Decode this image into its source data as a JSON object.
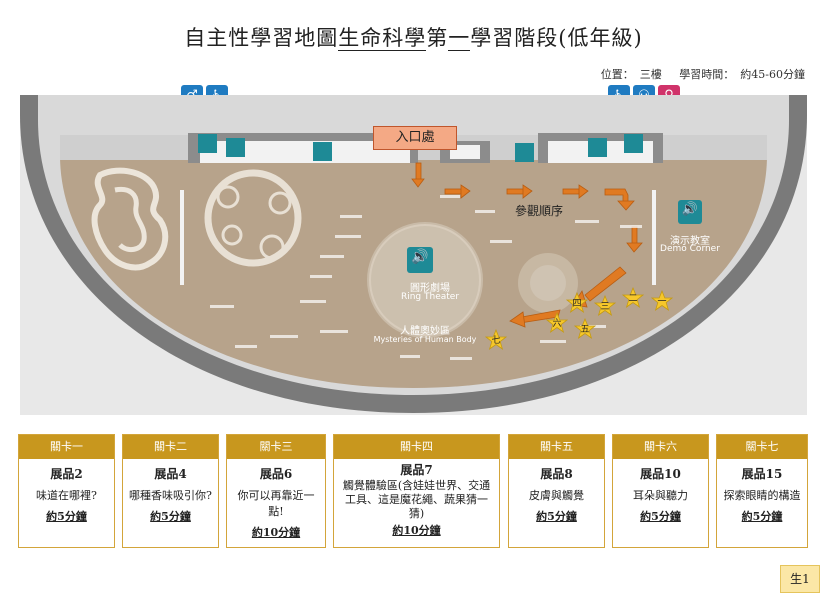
{
  "title": {
    "prefix": "自主性學習地圖",
    "subject": "生命科學",
    "middle": "第",
    "number": "一",
    "suffix": "學習階段(低年級)"
  },
  "meta": {
    "location_label": "位置：",
    "location_value": "三樓",
    "time_label": "學習時間：",
    "time_value": "約45-60分鐘"
  },
  "map": {
    "entrance": "入口處",
    "order_label": "參觀順序",
    "ring_theater_zh": "圓形劇場",
    "ring_theater_en": "Ring Theater",
    "mysteries_zh": "人體奧妙區",
    "mysteries_en": "Mysteries of Human Body",
    "demo_zh": "演示教室",
    "demo_en": "Demo Corner",
    "stops": [
      "一",
      "二",
      "三",
      "四",
      "五",
      "六",
      "七"
    ],
    "colors": {
      "floor": "#b5a088",
      "wall": "#6f6f6f",
      "teal": "#1e8a96",
      "arrow": "#e07a22",
      "star": "#f6c72b"
    }
  },
  "cards": [
    {
      "header": "關卡一",
      "exhibit": "展品2",
      "desc": "味道在哪裡?",
      "time": "約5分鐘"
    },
    {
      "header": "關卡二",
      "exhibit": "展品4",
      "desc": "哪種香味吸引你?",
      "time": "約5分鐘"
    },
    {
      "header": "關卡三",
      "exhibit": "展品6",
      "desc": "你可以再靠近一點!",
      "time": "約10分鐘"
    },
    {
      "header": "關卡四",
      "exhibit": "展品7",
      "desc": "觸覺體驗區(含娃娃世界、交通工具、這是魔花繩、蔬果猜一猜)",
      "time": "約10分鐘"
    },
    {
      "header": "關卡五",
      "exhibit": "展品8",
      "desc": "皮膚與觸覺",
      "time": "約5分鐘"
    },
    {
      "header": "關卡六",
      "exhibit": "展品10",
      "desc": "耳朵與聽力",
      "time": "約5分鐘"
    },
    {
      "header": "關卡七",
      "exhibit": "展品15",
      "desc": "探索眼睛的構造",
      "time": "約5分鐘"
    }
  ],
  "page_tag": "生1"
}
